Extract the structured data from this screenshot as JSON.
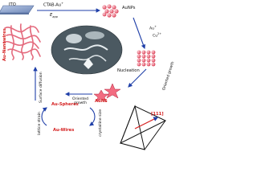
{
  "diagram": {
    "substrate_label": "ITO",
    "reagent_label": "CTAB-Au",
    "reagent_sup": "+",
    "potential_label": "E",
    "potential_sub": "app",
    "auanps_label": "AuNPs",
    "ions_label": "Au",
    "ions_sup": "+",
    "cu_label": "Cu",
    "cu_sup": "2+",
    "nucleation_label": "Nucleation",
    "oriented_growth_right": "Oriented growth",
    "oriented_growth_mid": "Oriented growth",
    "auns_label": "AuNS",
    "surface_diffusion": "Surface diffusion",
    "nanowires_label": "Au-Nanowires",
    "spheres_label": "Au-Spheres",
    "wires_label": "Au-Wires",
    "lattice_strain": "lattice strain",
    "crystalline_size": "crystalline size",
    "direction_label": "[111]"
  },
  "colors": {
    "substrate": "#8fa7cf",
    "nanoparticle": "#e9576f",
    "nanowire": "#e46a7d",
    "arrow_blue": "#1f3fa8",
    "label_red": "#d41f1f",
    "sem_bg": "#4b5961"
  }
}
